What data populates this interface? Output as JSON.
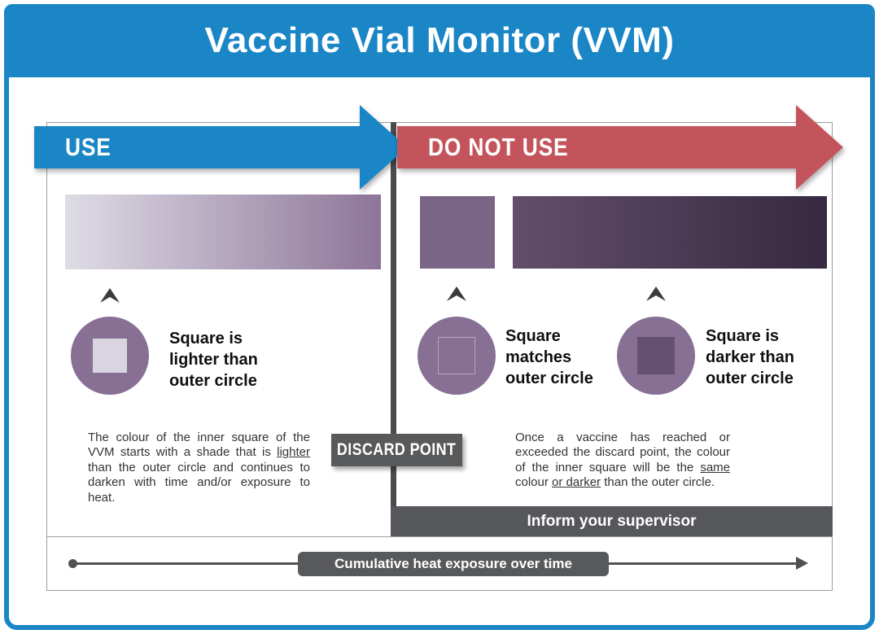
{
  "title": "Vaccine Vial Monitor (VVM)",
  "use_arrow": {
    "label": "USE"
  },
  "do_not_use_arrow": {
    "label": "DO NOT USE"
  },
  "discard_badge": {
    "label": "DISCARD POINT"
  },
  "inform_bar": {
    "label": "Inform your supervisor"
  },
  "timeline": {
    "label": "Cumulative heat exposure over time"
  },
  "left_section": {
    "caption": "Square is lighter than outer circle",
    "para": {
      "p1": "The colour of the inner square of the VVM starts with a shade that is ",
      "u1": "lighter",
      "p2": " than the outer circle and continues to darken with time and/or exposure to heat."
    }
  },
  "right_section": {
    "caption_match": "Square matches outer circle",
    "caption_darker": "Square is darker than outer circle",
    "para": {
      "p1": "Once a vaccine has reached or exceeded the discard point, the colour of the inner square will be the ",
      "u1": "same",
      "p2": " colour ",
      "u2": "or darker",
      "p3": " than the outer circle."
    }
  },
  "colors": {
    "blue": "#1a86c6",
    "red": "#c4545b",
    "dark_gray": "#58595b",
    "divider": "#4a4b4d",
    "circle_purple": "#877094",
    "light_square": "#d9d5e0",
    "dark_square": "#665071",
    "match_block": "#7b6587",
    "grad_light_start": "#dedce5",
    "grad_light_end": "#8d7599",
    "grad_dark_start": "#624e6b",
    "grad_dark_end": "#362941"
  }
}
